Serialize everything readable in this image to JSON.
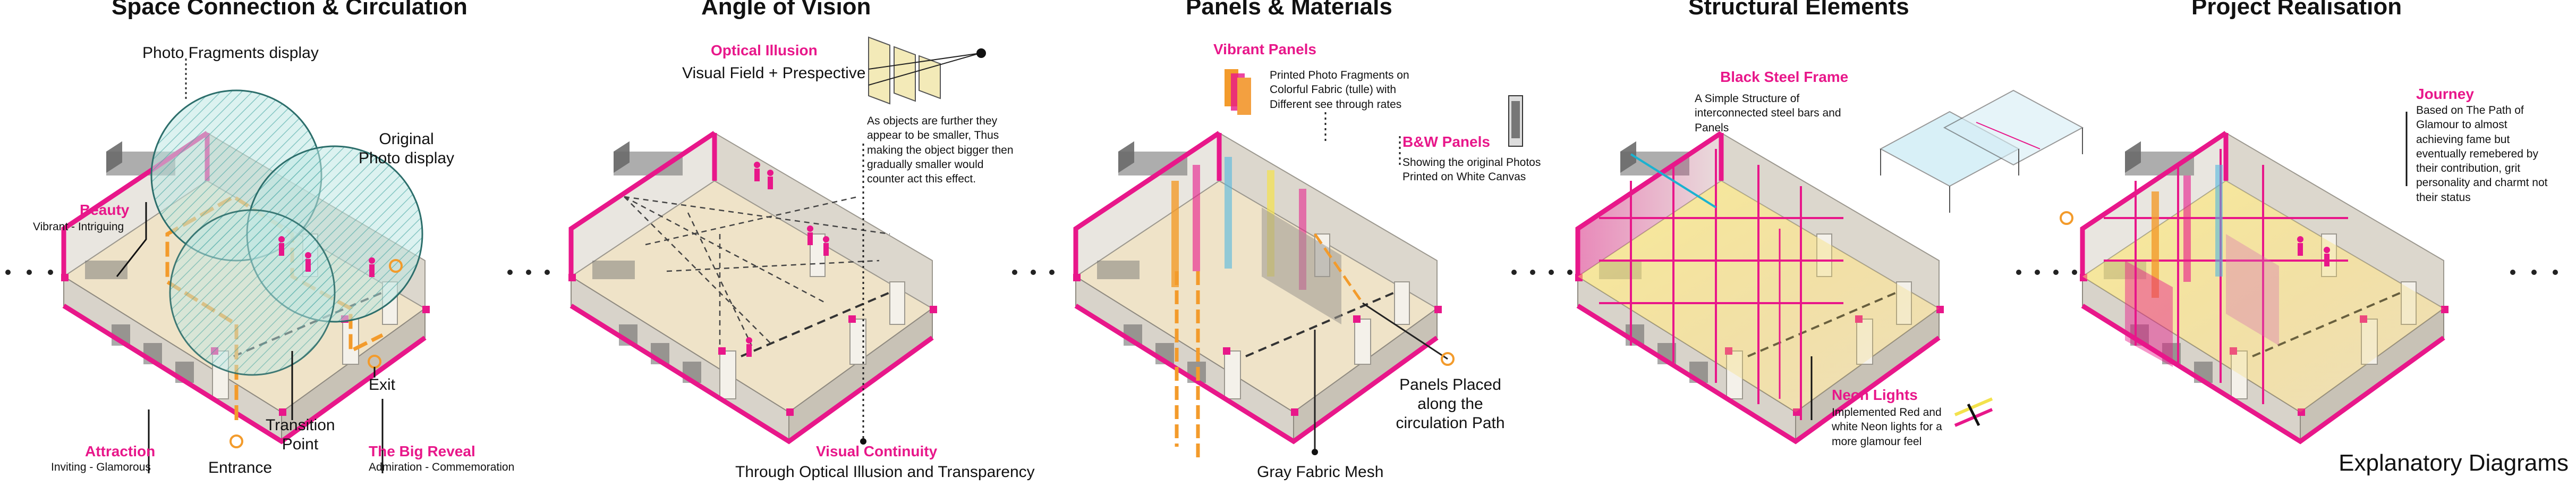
{
  "panels": [
    {
      "title": "Space Connection & Circulation",
      "labels": {
        "photo_fragments": "Photo Fragments display",
        "original_photo": "Original Photo display",
        "beauty": "Beauty",
        "beauty_sub": "Vibrant - Intriguing",
        "attraction": "Attraction",
        "attraction_sub": "Inviting - Glamorous",
        "transition": "Transition Point",
        "exit": "Exit",
        "big_reveal": "The Big Reveal",
        "big_reveal_sub": "Admiration - Commemoration",
        "entrance": "Entrance"
      }
    },
    {
      "title": "Angle of Vision",
      "labels": {
        "optical_illusion": "Optical Illusion",
        "visual_field": "Visual Field + Prespective",
        "objects_text": "As objects are further they appear to be smaller, Thus making the object bigger then gradually smaller would counter act this effect.",
        "visual_continuity": "Visual Continuity",
        "visual_continuity_sub": "Through Optical Illusion and Transparency"
      }
    },
    {
      "title": "Panels & Materials",
      "labels": {
        "vibrant_panels": "Vibrant Panels",
        "vibrant_text": "Printed Photo Fragments on Colorful Fabric (tulle) with Different see through rates",
        "bw_panels": "B&W Panels",
        "bw_text": "Showing the original Photos Printed on White Canvas",
        "panels_placed": "Panels Placed along the circulation Path",
        "gray_mesh": "Gray Fabric Mesh"
      }
    },
    {
      "title": "Structural Elements",
      "labels": {
        "black_steel": "Black Steel Frame",
        "steel_text": "A Simple Structure of interconnected steel bars and Panels",
        "neon_lights": "Neon Lights",
        "neon_text": "Implemented Red and white Neon lights for a more glamour feel"
      }
    },
    {
      "title": "Project Realisation",
      "labels": {
        "journey": "Journey",
        "journey_text": "Based on The Path of Glamour to almost achieving fame but eventually remebered by their contribution, grit personality and charmt not their status"
      }
    }
  ],
  "footer": "Explanatory Diagrams",
  "colors": {
    "accent": "#e8178a",
    "path": "#f39b2b",
    "floor": "#efe3c8",
    "wall": "#e6e2da",
    "teal": "#8fd1cf"
  },
  "icons": [
    "dot-icon",
    "circle-marker-icon",
    "photo-panel-icon"
  ]
}
